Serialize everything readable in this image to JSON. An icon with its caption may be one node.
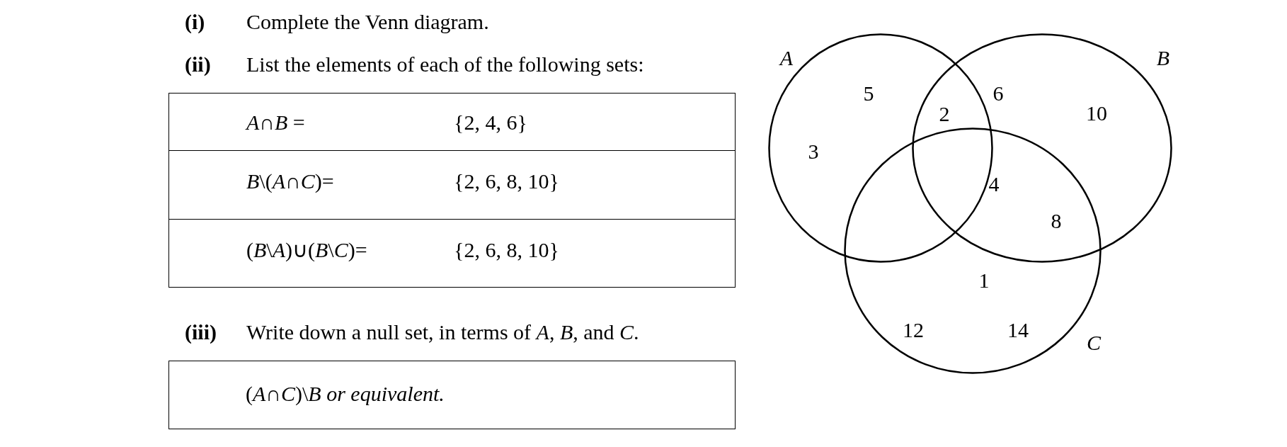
{
  "diagram": {
    "nodes": [
      {
        "text": [
          "A"
        ]
      },
      {
        "text": [
          "B"
        ]
      },
      {
        "text": [
          "C"
        ]
      },
      {
        "text": [
          "(*A*∩*C*)\\*B*   *or equivalent.*"
        ]
      }
    ],
    "edges": [],
    "labels": [
      "(i)",
      "Complete the Venn diagram.",
      "(ii)",
      "List the elements of each of the following sets:",
      "*A*∩*B* =",
      "{2, 4, 6}",
      "*B*\\(*A*∩*C*)=",
      "{2, 6, 8, 10}",
      "(*B*\\*A*)∪(*B*\\*C*)=",
      "{2, 6, 8, 10}",
      "(iii)",
      "Write down a null set, in terms of *A*, *B*, and *C*.",
      "5",
      "6",
      "2",
      "10",
      "3",
      "4",
      "8",
      "1",
      "12",
      "14"
    ]
  }
}
